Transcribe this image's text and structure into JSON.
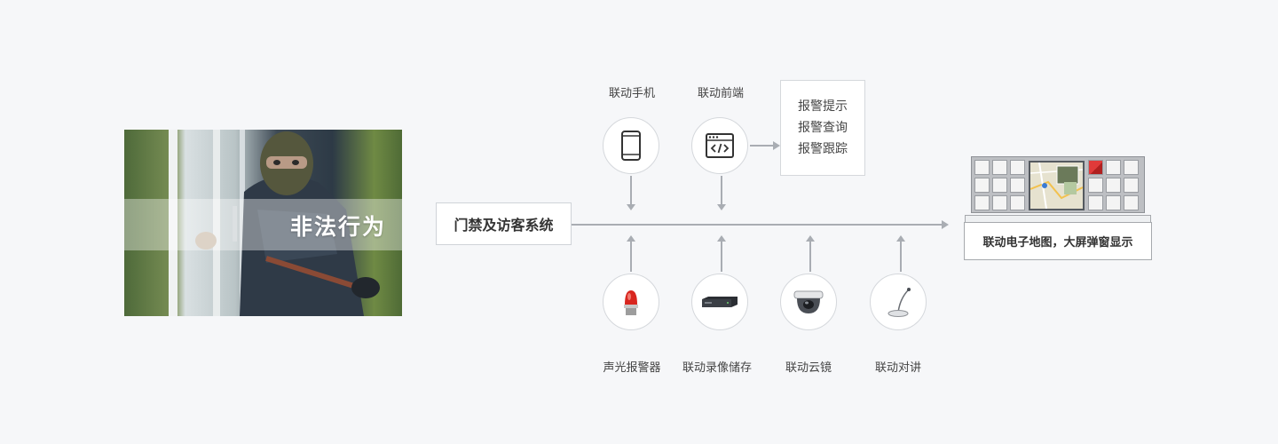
{
  "photo": {
    "label": "非法行为"
  },
  "system": {
    "label": "门禁及访客系统"
  },
  "top_nodes": [
    {
      "label": "联动手机",
      "icon": "mobile-phone-icon"
    },
    {
      "label": "联动前端",
      "icon": "browser-code-icon"
    }
  ],
  "alarm_box": {
    "items": [
      "报警提示",
      "报警查询",
      "报警跟踪"
    ]
  },
  "bottom_nodes": [
    {
      "label": "声光报警器",
      "icon": "alarm-siren-icon"
    },
    {
      "label": "联动录像储存",
      "icon": "nvr-recorder-icon"
    },
    {
      "label": "联动云镜",
      "icon": "dome-camera-icon"
    },
    {
      "label": "联动对讲",
      "icon": "intercom-microphone-icon"
    }
  ],
  "output": {
    "label": "联动电子地图，大屏弹窗显示"
  },
  "colors": {
    "background": "#f6f7f9",
    "line": "#a9adb3",
    "border": "#d5d8dc"
  }
}
